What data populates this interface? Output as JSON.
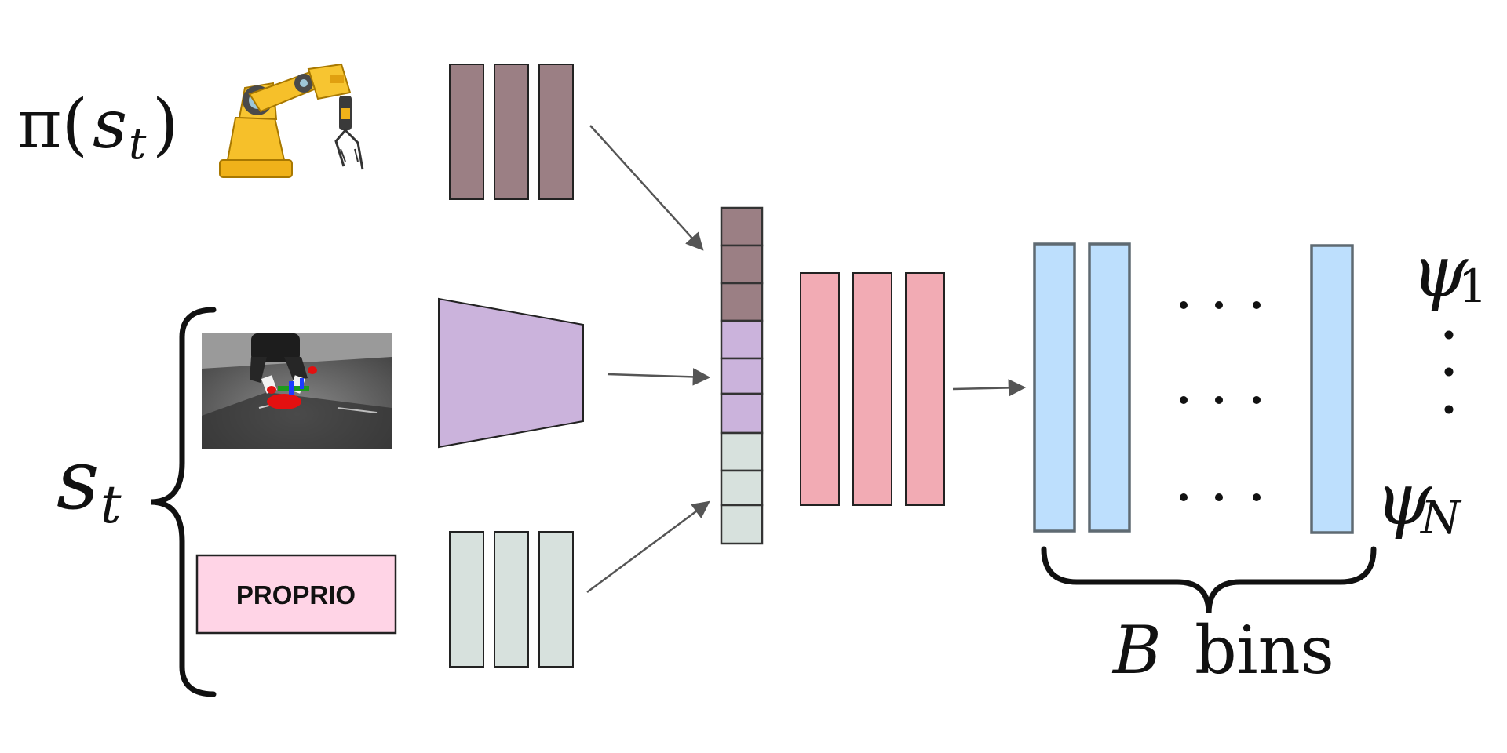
{
  "labels": {
    "policy_pi": "π(",
    "policy_s": "s",
    "policy_sub": "t",
    "policy_close": ")",
    "state_s": "s",
    "state_sub": "t",
    "proprio": "PROPRIO",
    "psi": "ψ",
    "psi_first_sub": "1",
    "psi_last_sub": "N",
    "bins_var": "B",
    "bins_word": "bins"
  },
  "colors": {
    "policy_block": "#9b7f84",
    "image_encoder": "#cbb3dc",
    "proprio_block": "#d7e1dd",
    "proprio_box": "#ffd4e6",
    "hidden_block": "#f2abb4",
    "bin_block": "#bddffd",
    "bin_stroke": "#5f6a72",
    "arrow": "#555555"
  },
  "icons": {
    "robot_arm": "robot-arm-icon",
    "camera_view": "robot-scene-image"
  }
}
